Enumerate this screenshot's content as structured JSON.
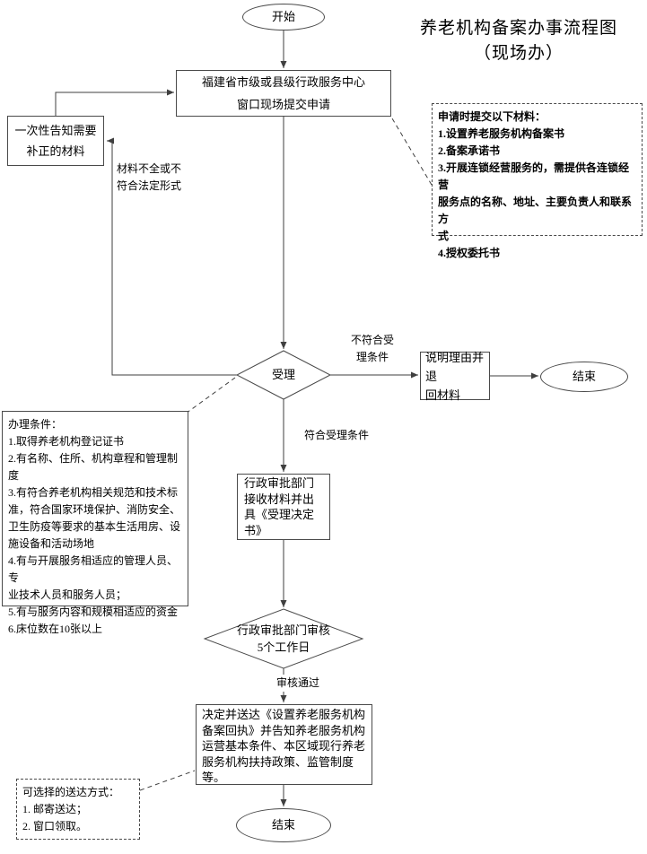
{
  "title": {
    "text": "养老机构备案办事流程图\n（现场办）"
  },
  "nodes": {
    "start": "开始",
    "submit": "福建省市级或县级行政服务中心\n窗口现场提交申请",
    "notify": "一次性告知需要\n补正的材料",
    "materials": "申请时提交以下材料：\n1.设置养老服务机构备案书\n2.备案承诺书\n3.开展连锁经营服务的，需提供各连锁经营\n服务点的名称、地址、主要负责人和联系方\n式\n4.授权委托书",
    "accept": "受理",
    "reject": "说明理由并退\n回材料",
    "end1": "结束",
    "conditions": "办理条件：\n1.取得养老机构登记证书\n2.有名称、住所、机构章程和管理制度\n3.有符合养老机构相关规范和技术标\n准，符合国家环境保护、消防安全、\n卫生防疫等要求的基本生活用房、设\n施设备和活动场地\n4.有与开展服务相适应的管理人员、专\n业技术人员和服务人员；\n5.有与服务内容和规模相适应的资金\n6.床位数在10张以上",
    "receive": "行政审批部门\n接收材料并出\n具《受理决定\n书》",
    "review": "行政审批部门审核\n5个工作日",
    "deliver": "决定并送达《设置养老服务机构\n备案回执》并告知养老服务机构\n运营基本条件、本区域现行养老\n服务机构扶持政策、监管制度\n等。",
    "options": "可选择的送达方式：\n1. 邮寄送达；\n2. 窗口领取。",
    "end2": "结束"
  },
  "labels": {
    "incomplete": "材料不全或不\n符合法定形式",
    "not_accepted": "不符合受\n理条件",
    "accepted": "符合受理条件",
    "approved": "审核通过"
  },
  "colors": {
    "stroke": "#4a4a4a",
    "text": "#000000",
    "background": "#ffffff"
  }
}
